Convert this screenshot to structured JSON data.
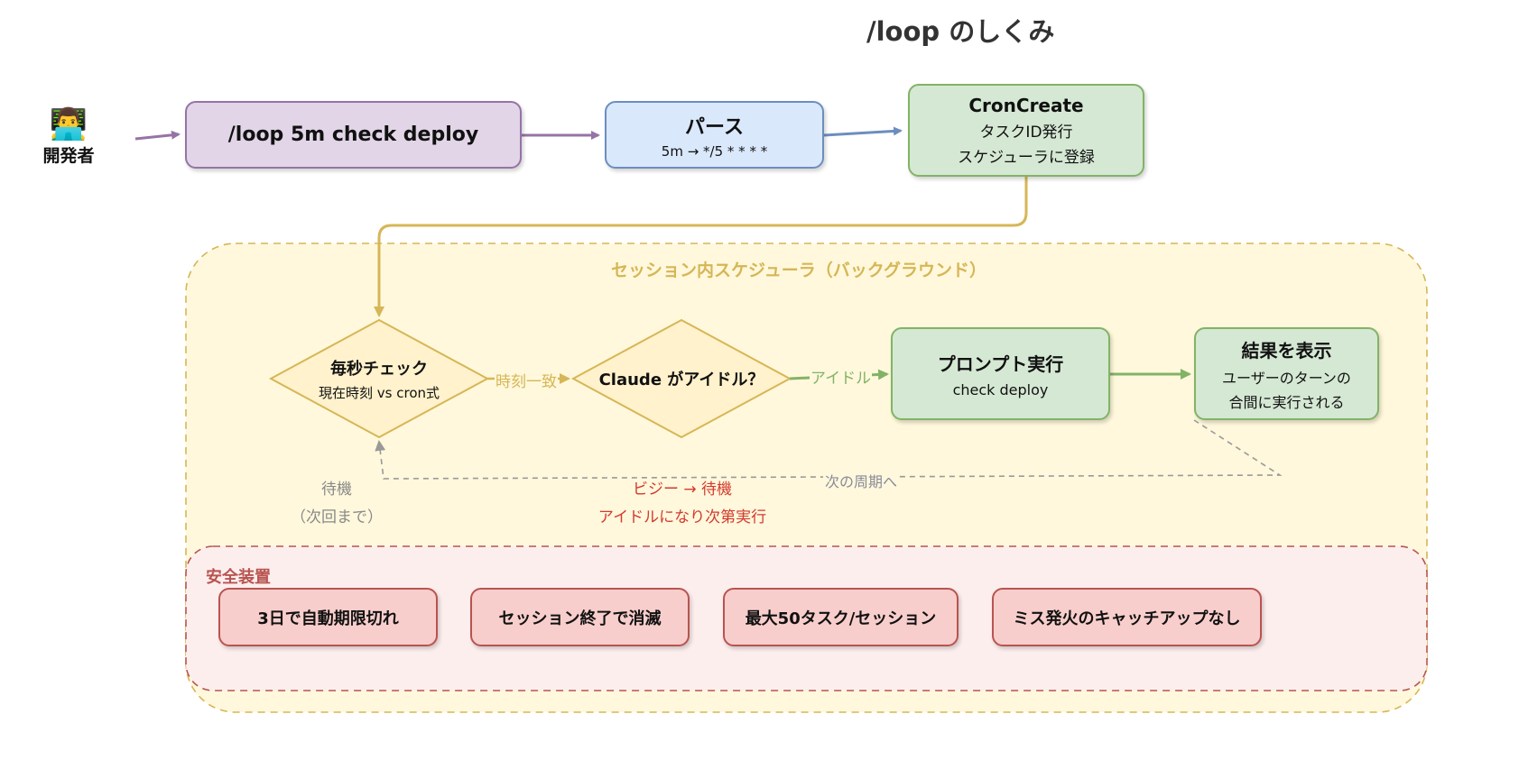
{
  "title": "/loop のしくみ",
  "developer": {
    "emoji": "👨‍💻",
    "label": "開発者"
  },
  "nodes": {
    "command": {
      "label": "/loop 5m check deploy"
    },
    "parse": {
      "title": "パース",
      "detail": "5m → */5 * * * *"
    },
    "croncreate": {
      "title": "CronCreate",
      "line1": "タスクID発行",
      "line2": "スケジューラに登録"
    },
    "check": {
      "title": "毎秒チェック",
      "detail": "現在時刻 vs cron式"
    },
    "idle": {
      "title": "Claude がアイドル？"
    },
    "prompt": {
      "title": "プロンプト実行",
      "detail": "check deploy"
    },
    "result": {
      "title": "結果を表示",
      "line1": "ユーザーのターンの",
      "line2": "合間に実行される"
    }
  },
  "scheduler": {
    "title": "セッション内スケジューラ（バックグラウンド）"
  },
  "edges": {
    "time_match": "時刻一致",
    "idle_yes": "アイドル",
    "next_cycle": "次の周期へ",
    "wait_line1": "待機",
    "wait_line2": "（次回まで）",
    "busy_line1": "ビジー → 待機",
    "busy_line2": "アイドルになり次第実行"
  },
  "safety": {
    "title": "安全装置",
    "items": [
      "3日で自動期限切れ",
      "セッション終了で消滅",
      "最大50タスク/セッション",
      "ミス発火のキャッチアップなし"
    ]
  },
  "colors": {
    "purple_fill": "#e1d5e7",
    "purple_stroke": "#9673a6",
    "blue_fill": "#dae8fc",
    "blue_stroke": "#6c8ebf",
    "green_fill": "#d5e8d4",
    "green_stroke": "#82b366",
    "yellow_fill": "#fff2cc",
    "yellow_stroke": "#d6b656",
    "red_fill": "#f8cecc",
    "red_stroke": "#b85450",
    "sched_bg": "#fff8dc",
    "safety_bg": "#fdeeee"
  }
}
